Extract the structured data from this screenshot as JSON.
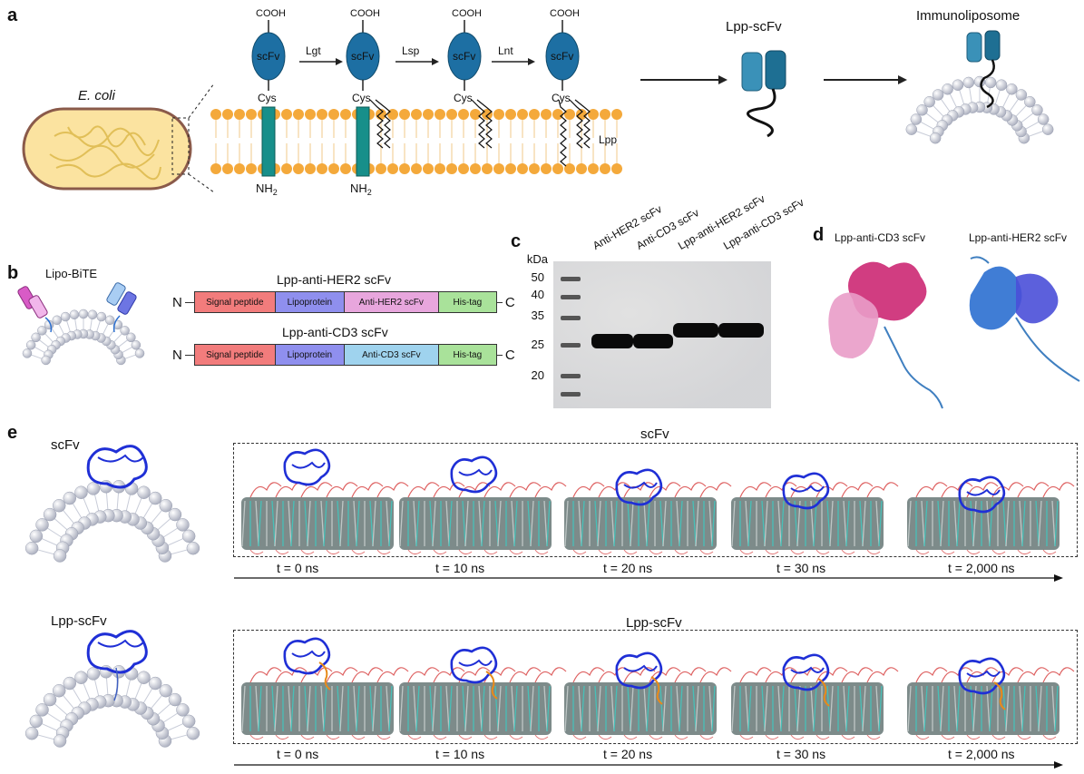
{
  "panels": {
    "a": "a",
    "b": "b",
    "c": "c",
    "d": "d",
    "e": "e"
  },
  "panel_a": {
    "organism": "E. coli",
    "cooh": "COOH",
    "scfv": "scFv",
    "cys": "Cys",
    "nh2_main": "NH",
    "nh2_sub": "2",
    "enzymes": [
      "Lgt",
      "Lsp",
      "Lnt"
    ],
    "lpp": "Lpp",
    "lpp_scfv": "Lpp-scFv",
    "immunoliposome": "Immunoliposome"
  },
  "panel_b": {
    "lipo_bite": "Lipo-BiTE",
    "constructs": [
      {
        "title": "Lpp-anti-HER2 scFv",
        "n": "N",
        "c": "C",
        "segments": [
          "Signal peptide",
          "Lipoprotein",
          "Anti-HER2 scFv",
          "His-tag"
        ],
        "colors": [
          "#f27c7c",
          "#8f8fee",
          "#e8a6dd",
          "#a9e29a"
        ]
      },
      {
        "title": "Lpp-anti-CD3 scFv",
        "n": "N",
        "c": "C",
        "segments": [
          "Signal peptide",
          "Lipoprotein",
          "Anti-CD3 scFv",
          "His-tag"
        ],
        "colors": [
          "#f27c7c",
          "#8f8fee",
          "#9fd3ee",
          "#a9e29a"
        ]
      }
    ]
  },
  "panel_c": {
    "unit": "kDa",
    "markers": [
      "50",
      "40",
      "35",
      "25",
      "20"
    ],
    "lanes": [
      "Anti-HER2 scFv",
      "Anti-CD3 scFv",
      "Lpp-anti-HER2 scFv",
      "Lpp-anti-CD3 scFv"
    ]
  },
  "panel_d": {
    "left": "Lpp-anti-CD3 scFv",
    "right": "Lpp-anti-HER2 scFv"
  },
  "panel_e": {
    "rows": [
      {
        "label": "scFv",
        "box_title": "scFv",
        "times": [
          "t = 0 ns",
          "t = 10 ns",
          "t = 20 ns",
          "t = 30 ns",
          "t = 2,000 ns"
        ]
      },
      {
        "label": "Lpp-scFv",
        "box_title": "Lpp-scFv",
        "times": [
          "t = 0 ns",
          "t = 10 ns",
          "t = 20 ns",
          "t = 30 ns",
          "t = 2,000 ns"
        ]
      }
    ]
  },
  "colors": {
    "membrane_head": "#f4a93b",
    "scfv_fill": "#1d6fa3",
    "anchor": "#178f8a",
    "cell_fill": "#fbe3a0",
    "protein_blue": "#1f2fd6",
    "lipid_red": "#d63a3a"
  }
}
